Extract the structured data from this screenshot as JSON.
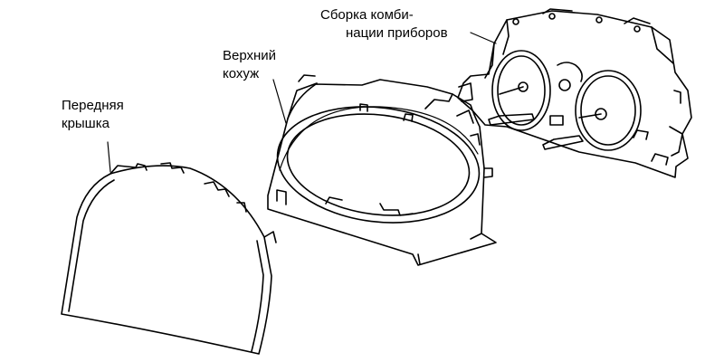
{
  "labels": {
    "front_cover": {
      "line1": "Передняя",
      "line2": "крышка"
    },
    "upper_shroud": {
      "line1": "Верхний",
      "line2": "кохуж"
    },
    "cluster_assembly": {
      "line1": "Сборка комби-",
      "line2": "нации приборов"
    }
  },
  "colors": {
    "ink": "#000000",
    "background": "#ffffff"
  }
}
